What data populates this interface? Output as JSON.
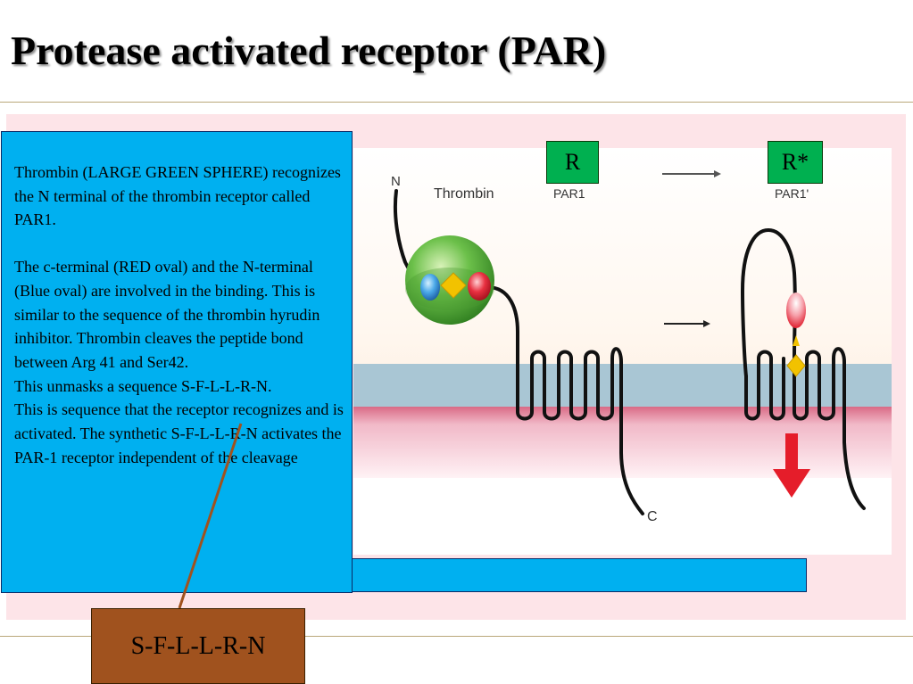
{
  "slide": {
    "title": "Protease activated receptor (PAR)"
  },
  "explanation": {
    "paragraph1": "Thrombin (LARGE GREEN SPHERE) recognizes the N terminal of the thrombin receptor called PAR1.",
    "paragraph2": "The c-terminal (RED oval) and the N-terminal (Blue oval) are involved in the binding.  This is similar to the sequence of the thrombin hyrudin inhibitor. Thrombin cleaves the peptide bond between Arg 41 and Ser42.",
    "paragraph3": "This unmasks a sequence S-F-L-L-R-N.",
    "paragraph4": " This is sequence that the receptor recognizes and is activated.  The synthetic S-F-L-L-R-N activates the PAR-1 receptor independent of the cleavage"
  },
  "labels": {
    "state_r": "R",
    "state_r_star": "R*",
    "sequence": "S-F-L-L-R-N"
  },
  "figure": {
    "n_terminus": "N",
    "c_terminus": "C",
    "thrombin": "Thrombin",
    "par1": "PAR1",
    "par1_active": "PAR1'"
  },
  "colors": {
    "text_box_bg": "#00b0f0",
    "label_box_bg": "#00b050",
    "sequence_box_bg": "#a0521e",
    "panel_bg": "#fde4e8",
    "thrombin_sphere": "#4caf2e",
    "c_terminal_oval": "#e02030",
    "n_terminal_oval": "#3aa0e0",
    "cleavage_site": "#f2c200",
    "activation_arrow": "#e51d2a"
  }
}
